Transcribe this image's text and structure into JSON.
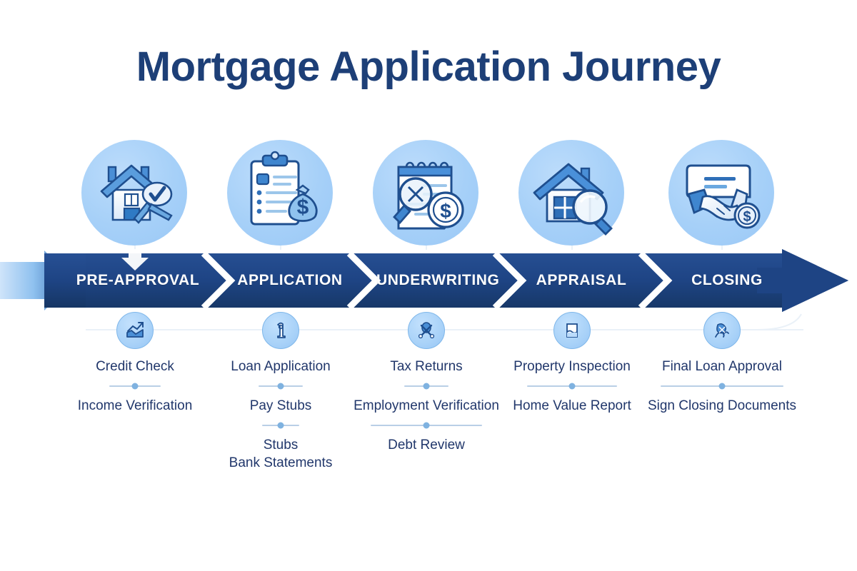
{
  "page": {
    "title": "Mortgage Application Journey",
    "background_color": "#ffffff"
  },
  "colors": {
    "title_navy": "#1d3f77",
    "banner_navy": "#1e4484",
    "banner_navy_dark": "#173566",
    "banner_tail_light": "#8fc1ef",
    "icon_circle_light": "#a6d0f8",
    "icon_stroke_navy": "#1f4f8f",
    "text_navy": "#21376b",
    "separator_line": "#b9cfe6",
    "separator_dot": "#7fb2e0",
    "guide_line": "#e6eef6"
  },
  "banner": {
    "left_cap_arrow": "gradient-arrow-tail",
    "right_cap_arrow": "arrow-head",
    "down_arrow_marker": "down-arrow-over-pre-approval",
    "stages": [
      {
        "id": "pre-approval",
        "label": "PRE-APPROVAL"
      },
      {
        "id": "application",
        "label": "APPLICATION"
      },
      {
        "id": "underwriting",
        "label": "UNDERWRITING"
      },
      {
        "id": "appraisal",
        "label": "APPRAISAL"
      },
      {
        "id": "closing",
        "label": "CLOSING"
      }
    ]
  },
  "top_icons": [
    {
      "id": "pre-approval",
      "icon": "house-with-checkmark-and-key-icon"
    },
    {
      "id": "application",
      "icon": "clipboard-form-with-money-bag-icon"
    },
    {
      "id": "underwriting",
      "icon": "document-with-magnifier-and-dollar-coin-icon"
    },
    {
      "id": "appraisal",
      "icon": "house-with-magnifier-icon"
    },
    {
      "id": "closing",
      "icon": "handshake-with-document-and-coin-icon"
    }
  ],
  "columns": [
    {
      "id": "pre-approval",
      "icon": "credit-score-chart-icon",
      "items": [
        "Credit Check",
        "Income Verification"
      ]
    },
    {
      "id": "application",
      "icon": "loan-document-icon",
      "items": [
        "Loan Application",
        "Pay Stubs",
        "Stubs\nBank Statements"
      ]
    },
    {
      "id": "underwriting",
      "icon": "crossed-tools-review-icon",
      "items": [
        "Tax Returns",
        "Employment Verification",
        "Debt Review"
      ]
    },
    {
      "id": "appraisal",
      "icon": "property-report-page-icon",
      "items": [
        "Property Inspection",
        "Home Value Report"
      ]
    },
    {
      "id": "closing",
      "icon": "signature-approval-icon",
      "items": [
        "Final Loan Approval",
        "Sign Closing Documents"
      ]
    }
  ]
}
